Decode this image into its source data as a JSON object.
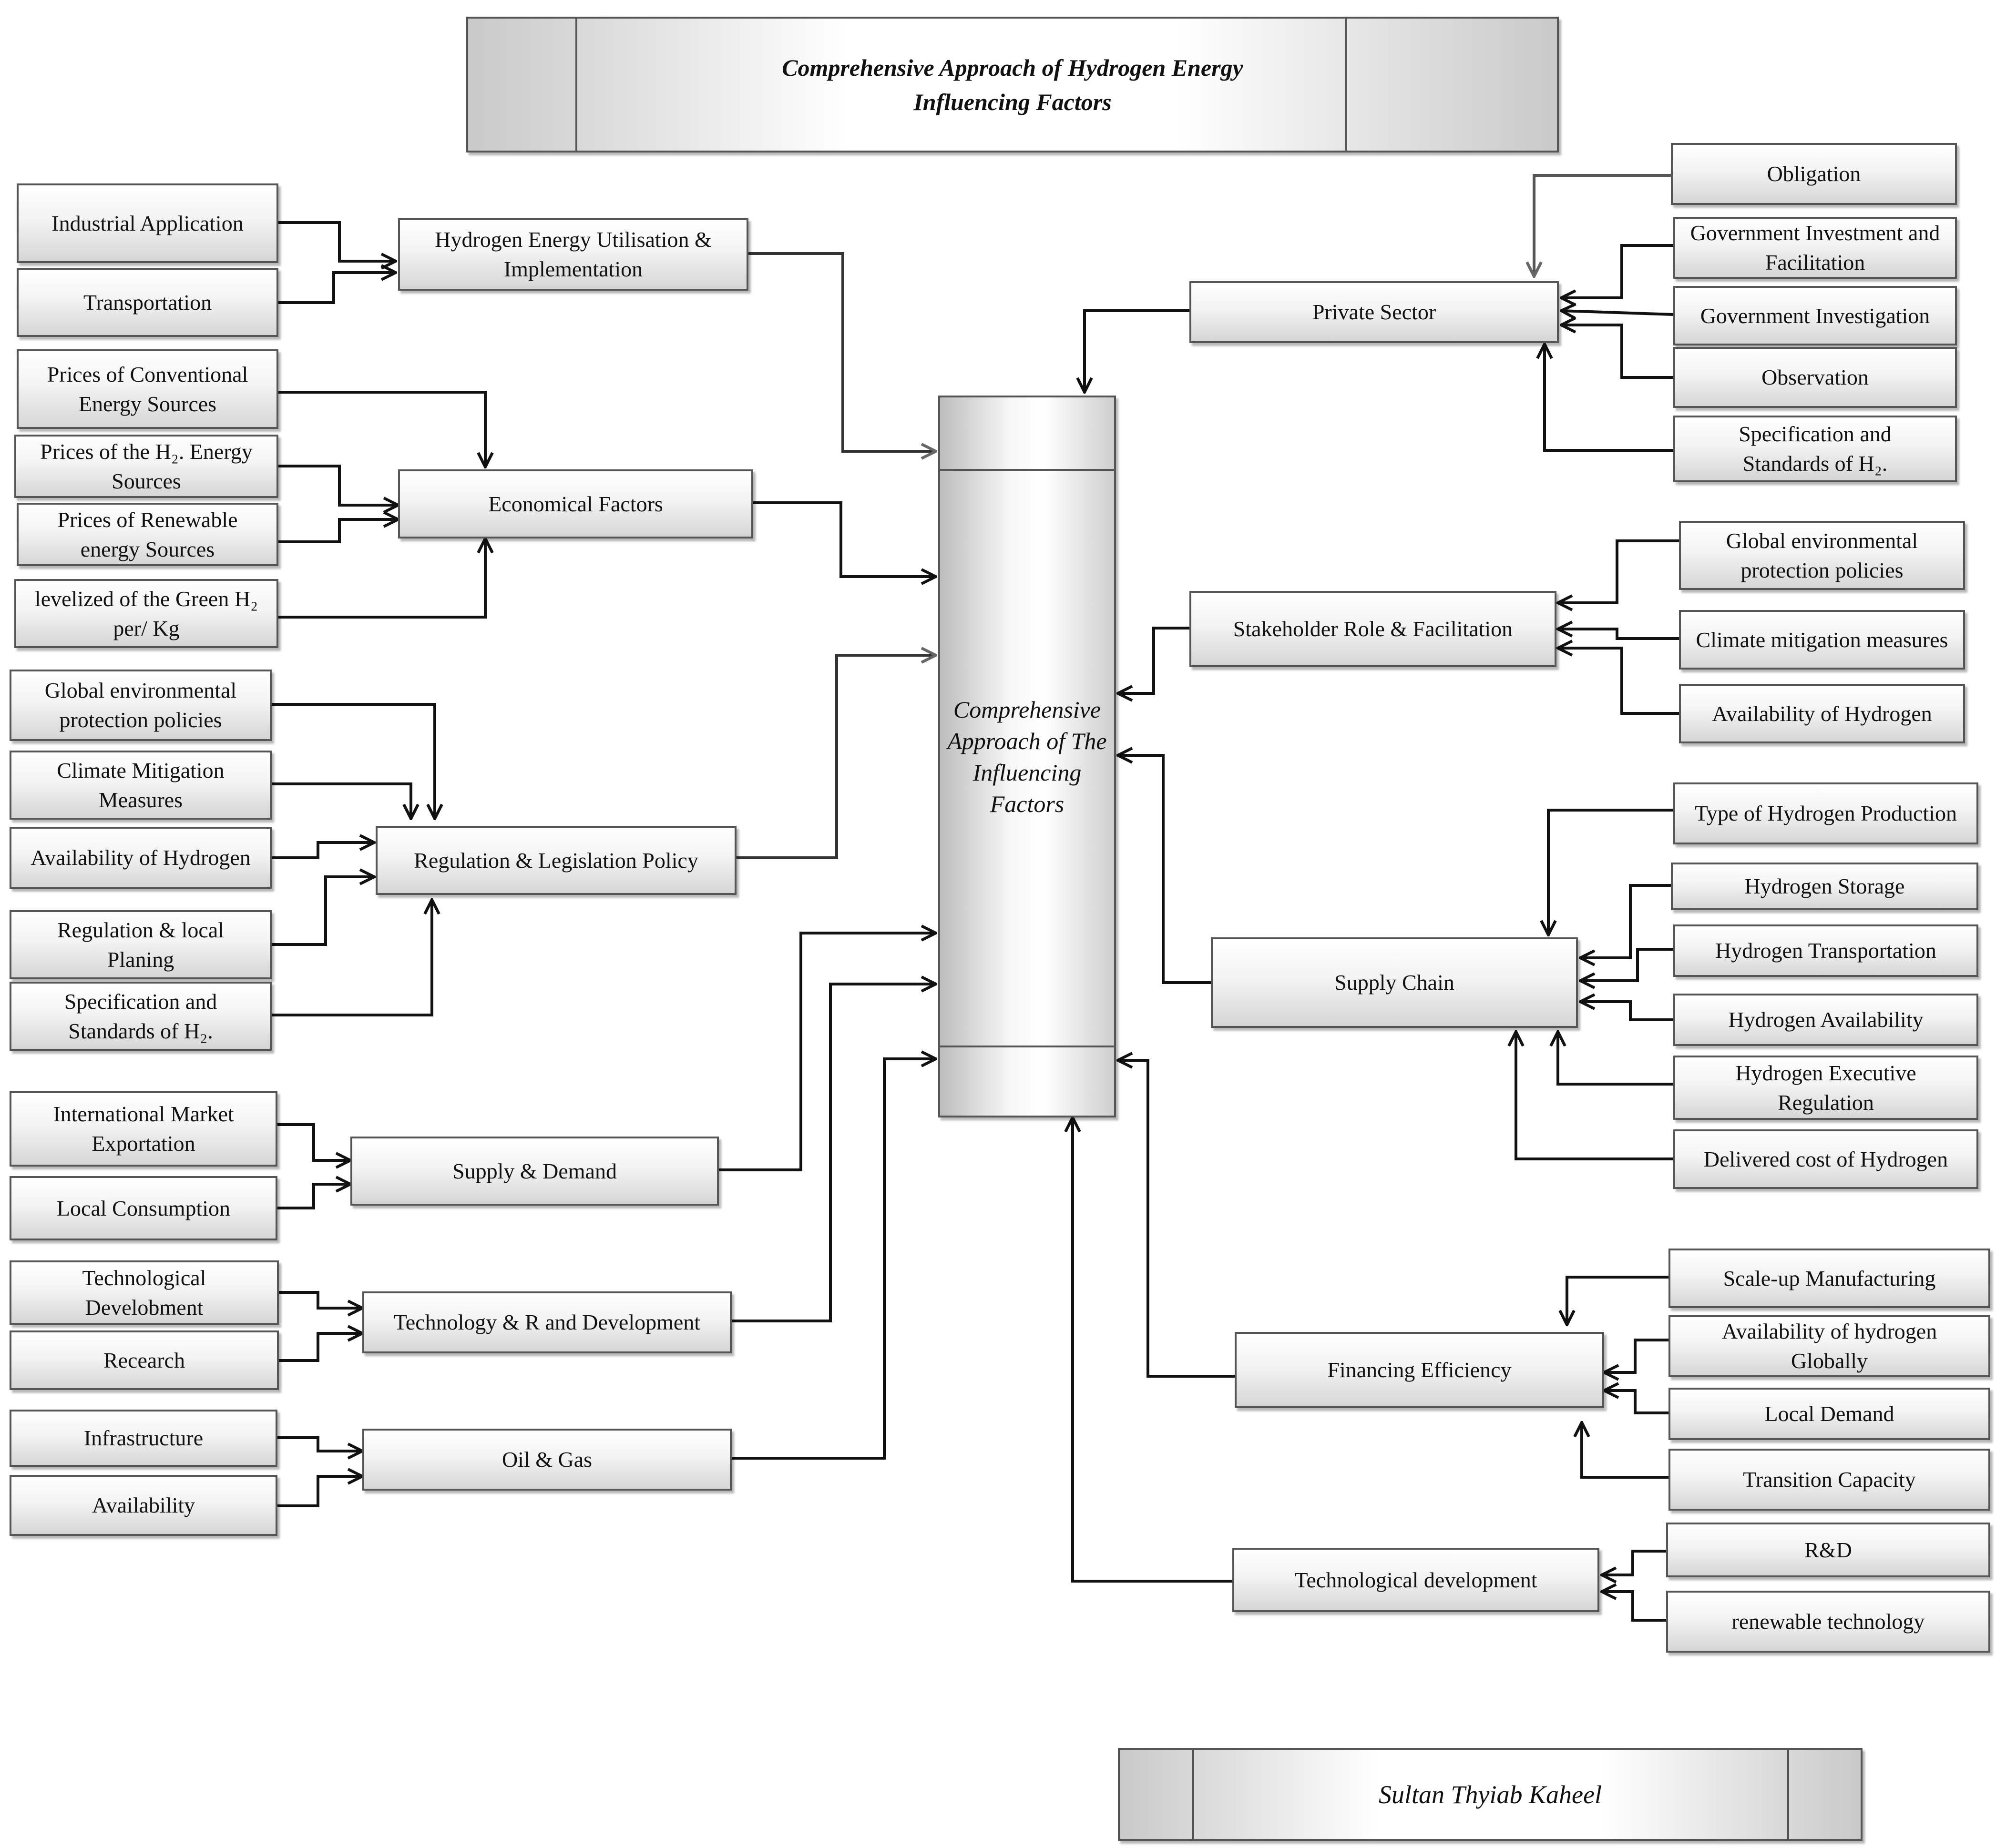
{
  "title": {
    "line1": "Comprehensive Approach of  Hydrogen Energy",
    "line2": "Influencing Factors"
  },
  "center": {
    "line1": "Comprehensive",
    "line2": "Approach of The",
    "line3": "Influencing",
    "line4": "Factors"
  },
  "left": {
    "hydrogen_utilisation": {
      "main": [
        "Hydrogen Energy Utilisation &",
        "Implementation"
      ],
      "inputs": [
        [
          "Industrial Application"
        ],
        [
          "Transportation"
        ]
      ]
    },
    "economical": {
      "main": [
        "Economical Factors"
      ],
      "inputs": [
        [
          "Prices of Conventional",
          "Energy Sources"
        ],
        [
          "Prices of the H₂. Energy",
          "Sources"
        ],
        [
          "Prices of Renewable",
          "energy Sources"
        ],
        [
          "levelized of the Green H₂",
          "per/ Kg"
        ]
      ]
    },
    "regulation": {
      "main": [
        "Regulation & Legislation Policy"
      ],
      "inputs": [
        [
          "Global environmental",
          "protection policies"
        ],
        [
          "Climate Mitigation",
          "Measures"
        ],
        [
          "Availability of  Hydrogen"
        ],
        [
          "Regulation & local",
          "Planing"
        ],
        [
          "Specification and",
          "Standards of H₂."
        ]
      ]
    },
    "supply_demand": {
      "main": [
        "Supply & Demand"
      ],
      "inputs": [
        [
          "International Market",
          "Exportation"
        ],
        [
          "Local Consumption"
        ]
      ]
    },
    "technology_rd": {
      "main": [
        "Technology & R and Development"
      ],
      "inputs": [
        [
          "Technological",
          "Develobment"
        ],
        [
          "Recearch"
        ]
      ]
    },
    "oil_gas": {
      "main": [
        "Oil & Gas"
      ],
      "inputs": [
        [
          "Infrastructure"
        ],
        [
          "Availability"
        ]
      ]
    }
  },
  "right": {
    "private_sector": {
      "main": [
        "Private Sector"
      ],
      "inputs": [
        [
          "Obligation"
        ],
        [
          "Government  Investment and",
          "Facilitation"
        ],
        [
          "Government Investigation"
        ],
        [
          "Observation"
        ],
        [
          "Specification and",
          "Standards of H₂."
        ]
      ]
    },
    "stakeholder": {
      "main": [
        "Stakeholder Role & Facilitation"
      ],
      "inputs": [
        [
          "Global environmental",
          "protection policies"
        ],
        [
          "Climate mitigation measures"
        ],
        [
          "Availability of Hydrogen"
        ]
      ]
    },
    "supply_chain": {
      "main": [
        "Supply Chain"
      ],
      "inputs": [
        [
          "Type of Hydrogen Production"
        ],
        [
          "Hydrogen Storage"
        ],
        [
          "Hydrogen Transportation"
        ],
        [
          "Hydrogen Availability"
        ],
        [
          "Hydrogen Executive",
          "Regulation"
        ],
        [
          "Delivered cost of Hydrogen"
        ]
      ]
    },
    "financing": {
      "main": [
        "Financing Efficiency"
      ],
      "inputs": [
        [
          "Scale-up Manufacturing"
        ],
        [
          "Availability of hydrogen",
          "Globally"
        ],
        [
          "Local Demand"
        ],
        [
          "Transition Capacity"
        ]
      ]
    },
    "tech_dev": {
      "main": [
        "Technological development"
      ],
      "inputs": [
        [
          "R&D"
        ],
        [
          "renewable technology"
        ]
      ]
    }
  },
  "author": "Sultan Thyiab Kaheel"
}
